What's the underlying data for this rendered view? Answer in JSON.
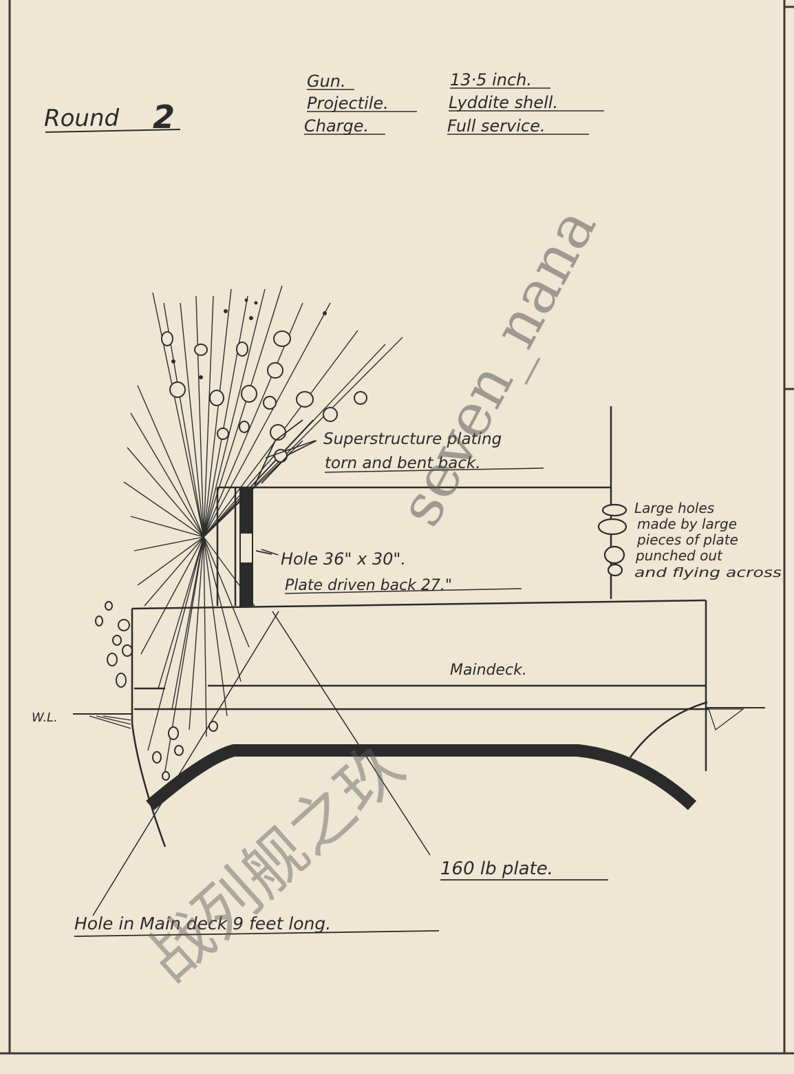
{
  "round": {
    "label": "Round",
    "number": "2"
  },
  "spec": {
    "gun_label": "Gun.",
    "gun_value": "13·5 inch.",
    "projectile_label": "Projectile.",
    "projectile_value": "Lyddite shell.",
    "charge_label": "Charge.",
    "charge_value": "Full service."
  },
  "annotations": {
    "superstructure_1": "Superstructure plating",
    "superstructure_2": "torn and bent back.",
    "hole_1": "Hole 36\" x 30\".",
    "hole_2": "Plate driven back 27.\"",
    "large_holes_1": "Large holes",
    "large_holes_2": "made by large",
    "large_holes_3": "pieces of plate",
    "large_holes_4": "punched out",
    "large_holes_5": "and flying across",
    "maindeck": "Maindeck.",
    "waterline": "W.L.",
    "plate": "160 lb plate.",
    "hole_main_deck": "Hole in Main deck 9 feet long."
  },
  "watermark": {
    "latin": "seven_nana",
    "cjk": "战列舰之玖"
  },
  "colors": {
    "paper": "#efe7d4",
    "ink": "#2b2b2b"
  }
}
